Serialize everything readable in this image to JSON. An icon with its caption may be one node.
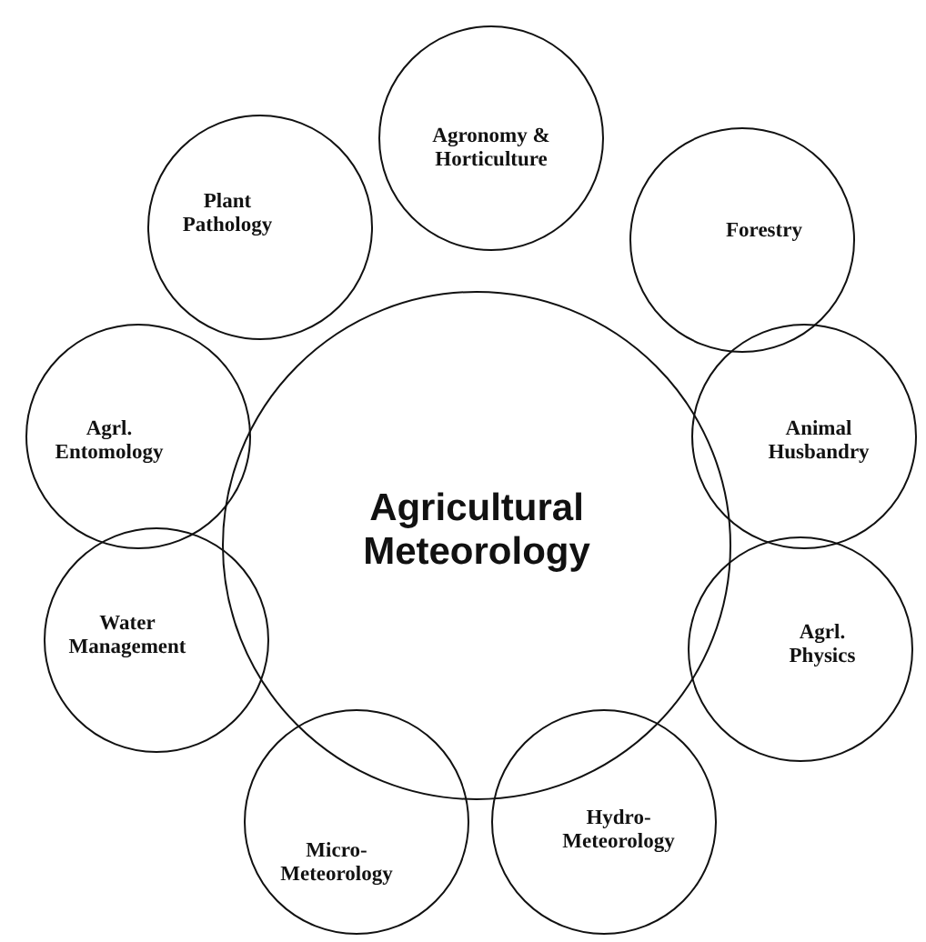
{
  "diagram": {
    "nodes": [
      {
        "text": [
          "Agricultural Meteorology"
        ]
      },
      {
        "text": [
          "Agronomy & Horticulture"
        ]
      },
      {
        "text": [
          "Forestry"
        ]
      },
      {
        "text": [
          "Animal Husbandry"
        ]
      },
      {
        "text": [
          "Agrl. Physics"
        ]
      },
      {
        "text": [
          "Hydro-Meteorology"
        ]
      },
      {
        "text": [
          "Micro-Meteorology"
        ]
      },
      {
        "text": [
          "Water Management"
        ]
      },
      {
        "text": [
          "Agrl. Entomology"
        ]
      },
      {
        "text": [
          "Plant Pathology"
        ]
      }
    ],
    "edges": []
  }
}
